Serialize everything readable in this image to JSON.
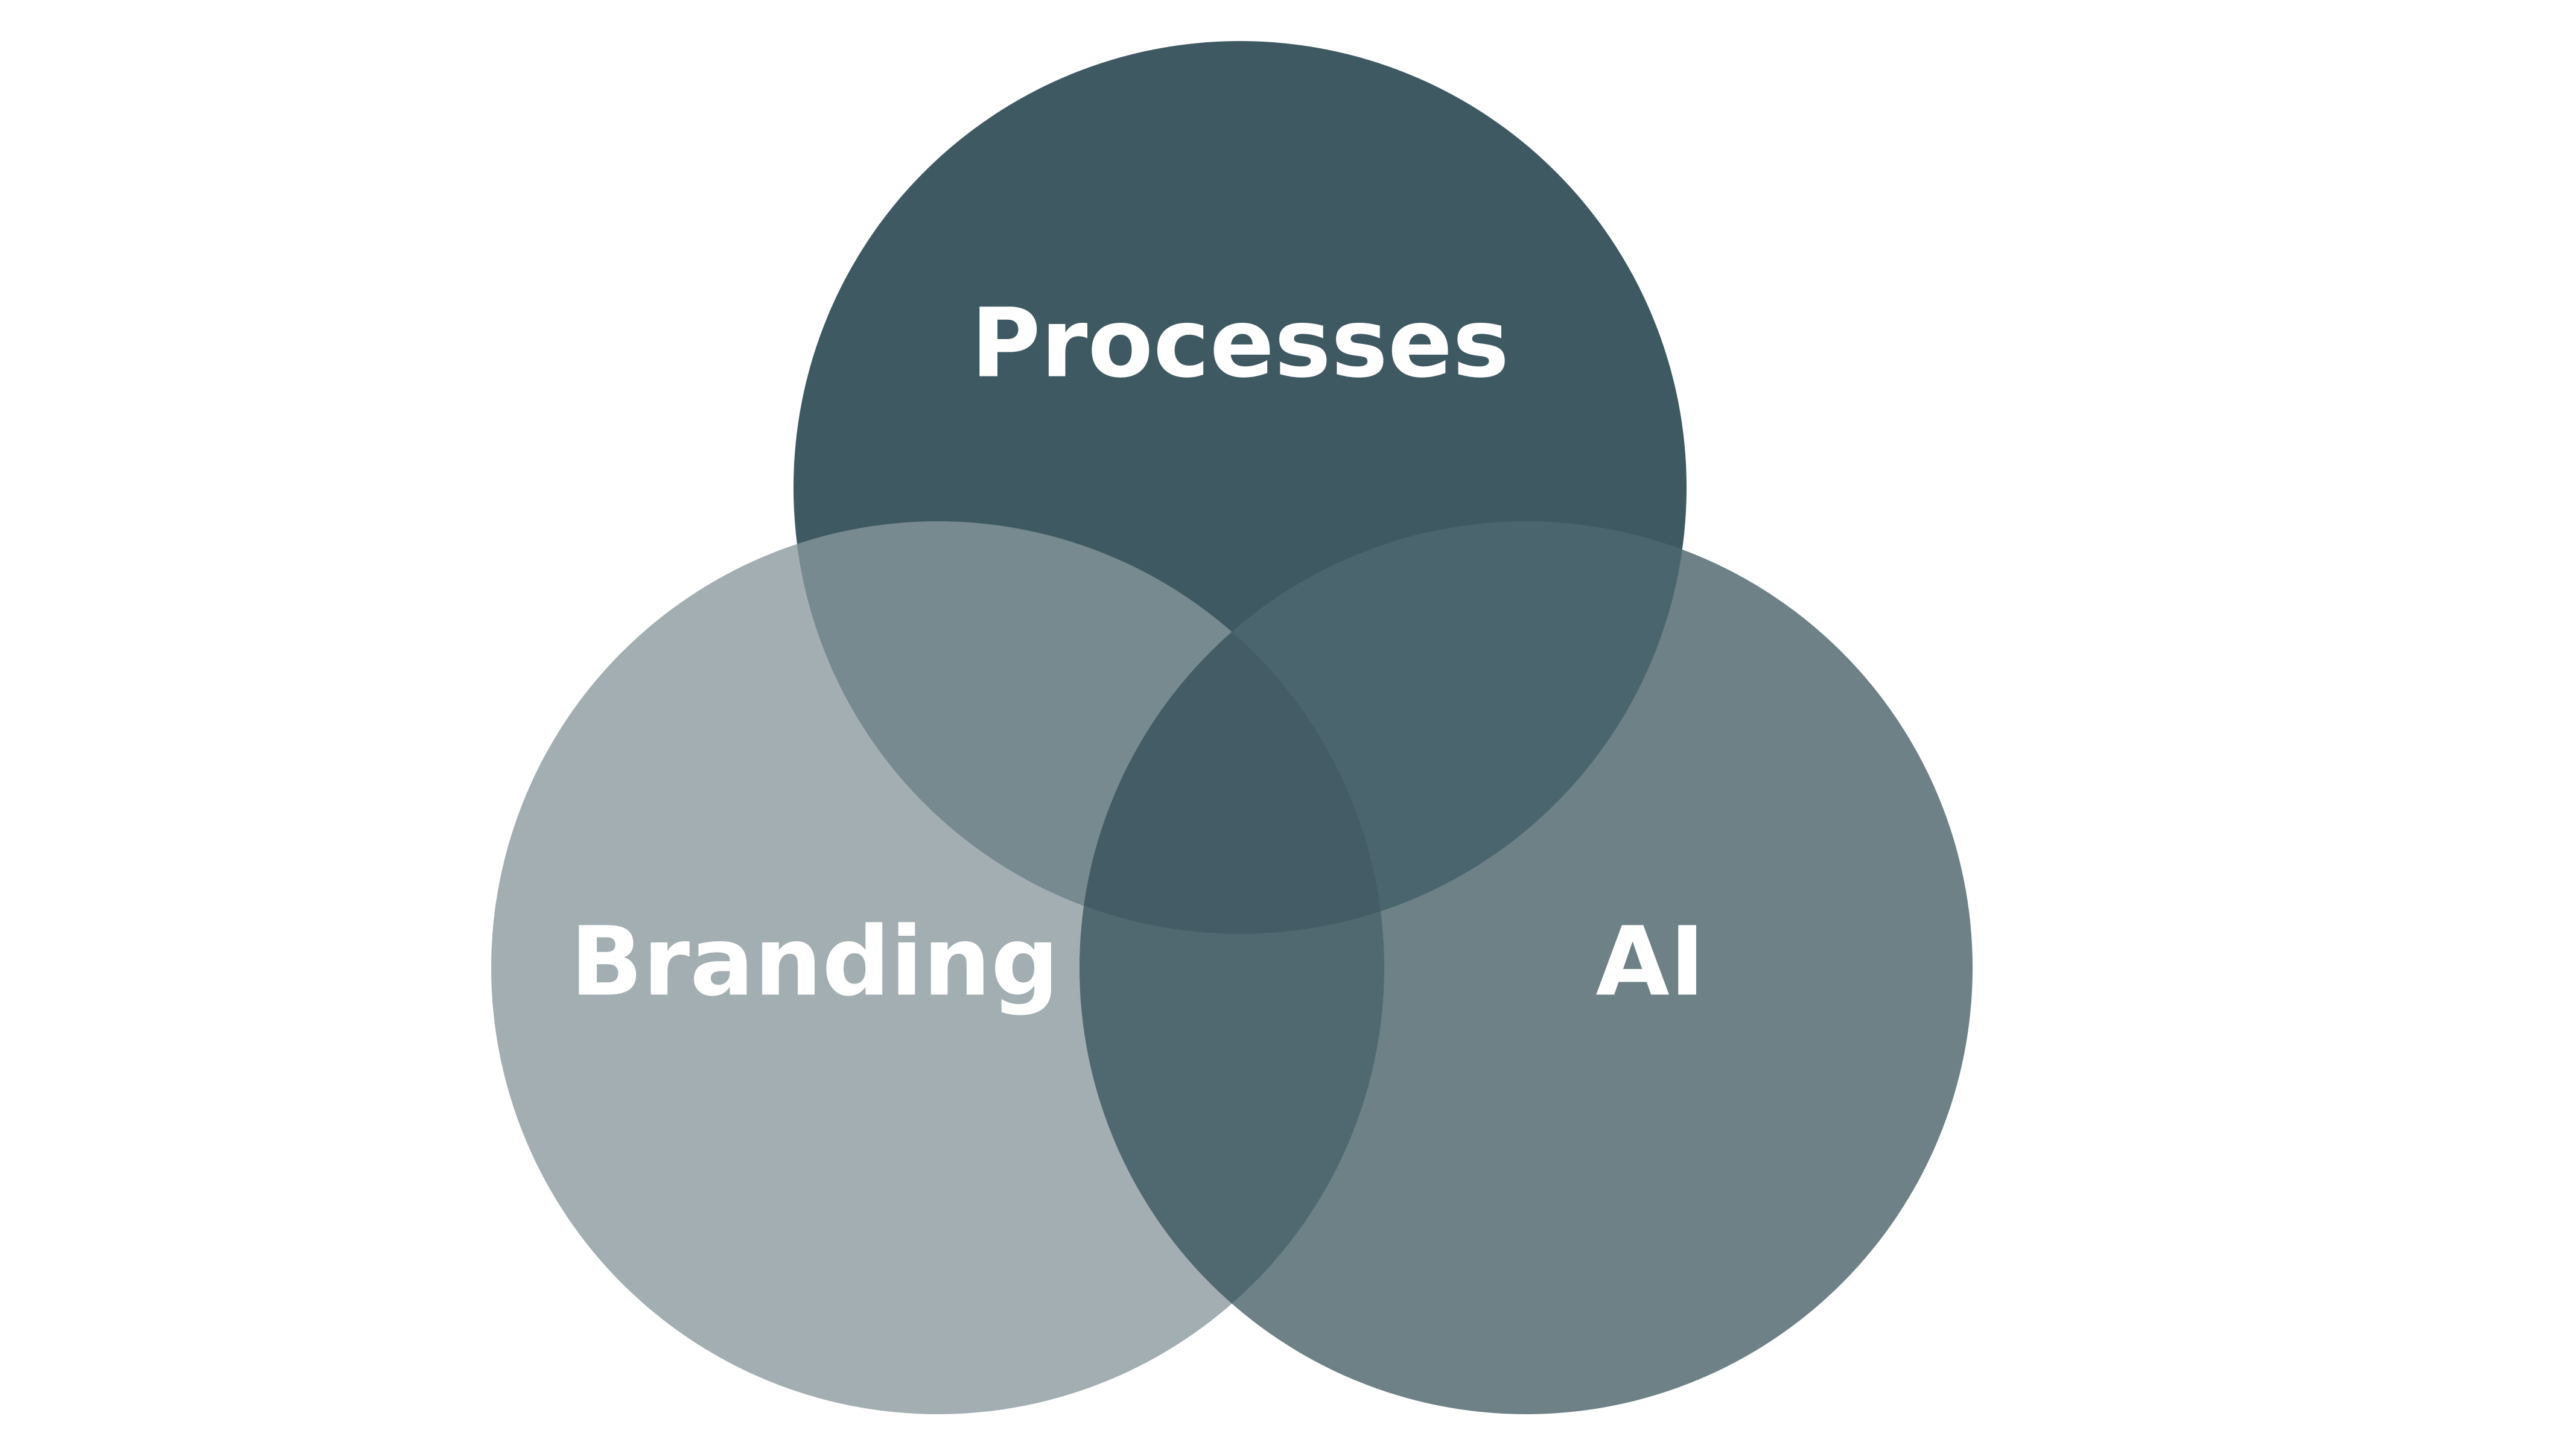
{
  "diagram": {
    "type": "venn",
    "sets": [
      {
        "id": "processes",
        "label": "Processes",
        "color": "#3f5963"
      },
      {
        "id": "branding",
        "label": "Branding",
        "color": "#a3aeb3"
      },
      {
        "id": "ai",
        "label": "AI",
        "color": "#6d8187"
      }
    ],
    "overlap_colors": {
      "processes_branding": "#778a8f",
      "processes_ai": "#4b656e",
      "branding_ai": "#506970",
      "all": "#445c65"
    }
  }
}
